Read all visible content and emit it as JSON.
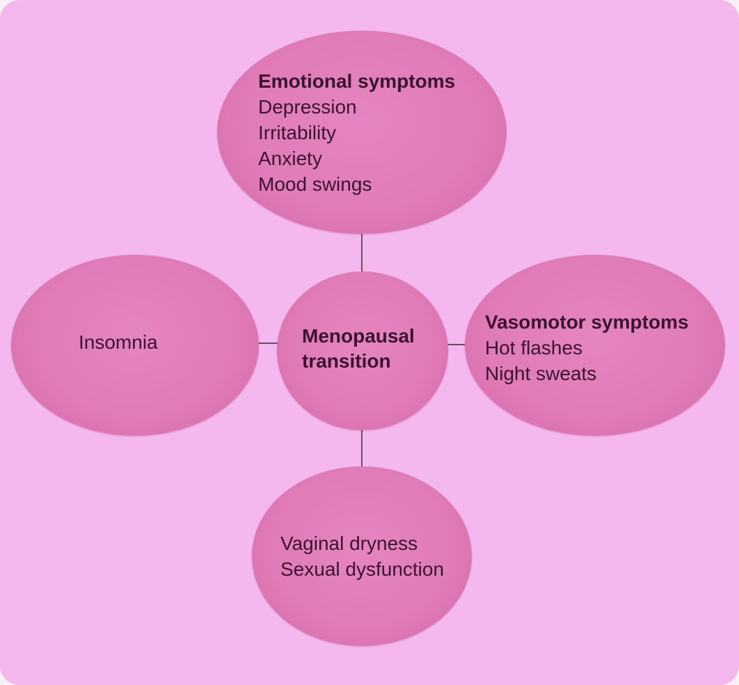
{
  "center": {
    "lines": [
      "Menopausal",
      "transition"
    ]
  },
  "emotional": {
    "heading": "Emotional symptoms",
    "items": [
      "Depression",
      "Irritability",
      "Anxiety",
      "Mood swings"
    ]
  },
  "vasomotor": {
    "heading": "Vasomotor symptoms",
    "items": [
      "Hot flashes",
      "Night sweats"
    ]
  },
  "insomnia": {
    "items": [
      "Insomnia"
    ]
  },
  "genitourinary": {
    "items": [
      "Vaginal dryness",
      "Sexual dysfunction"
    ]
  },
  "colors": {
    "background": "#f4b8ef",
    "node_fill": "#e07cb7",
    "text": "#3a1330",
    "connector": "#3a2a35"
  }
}
